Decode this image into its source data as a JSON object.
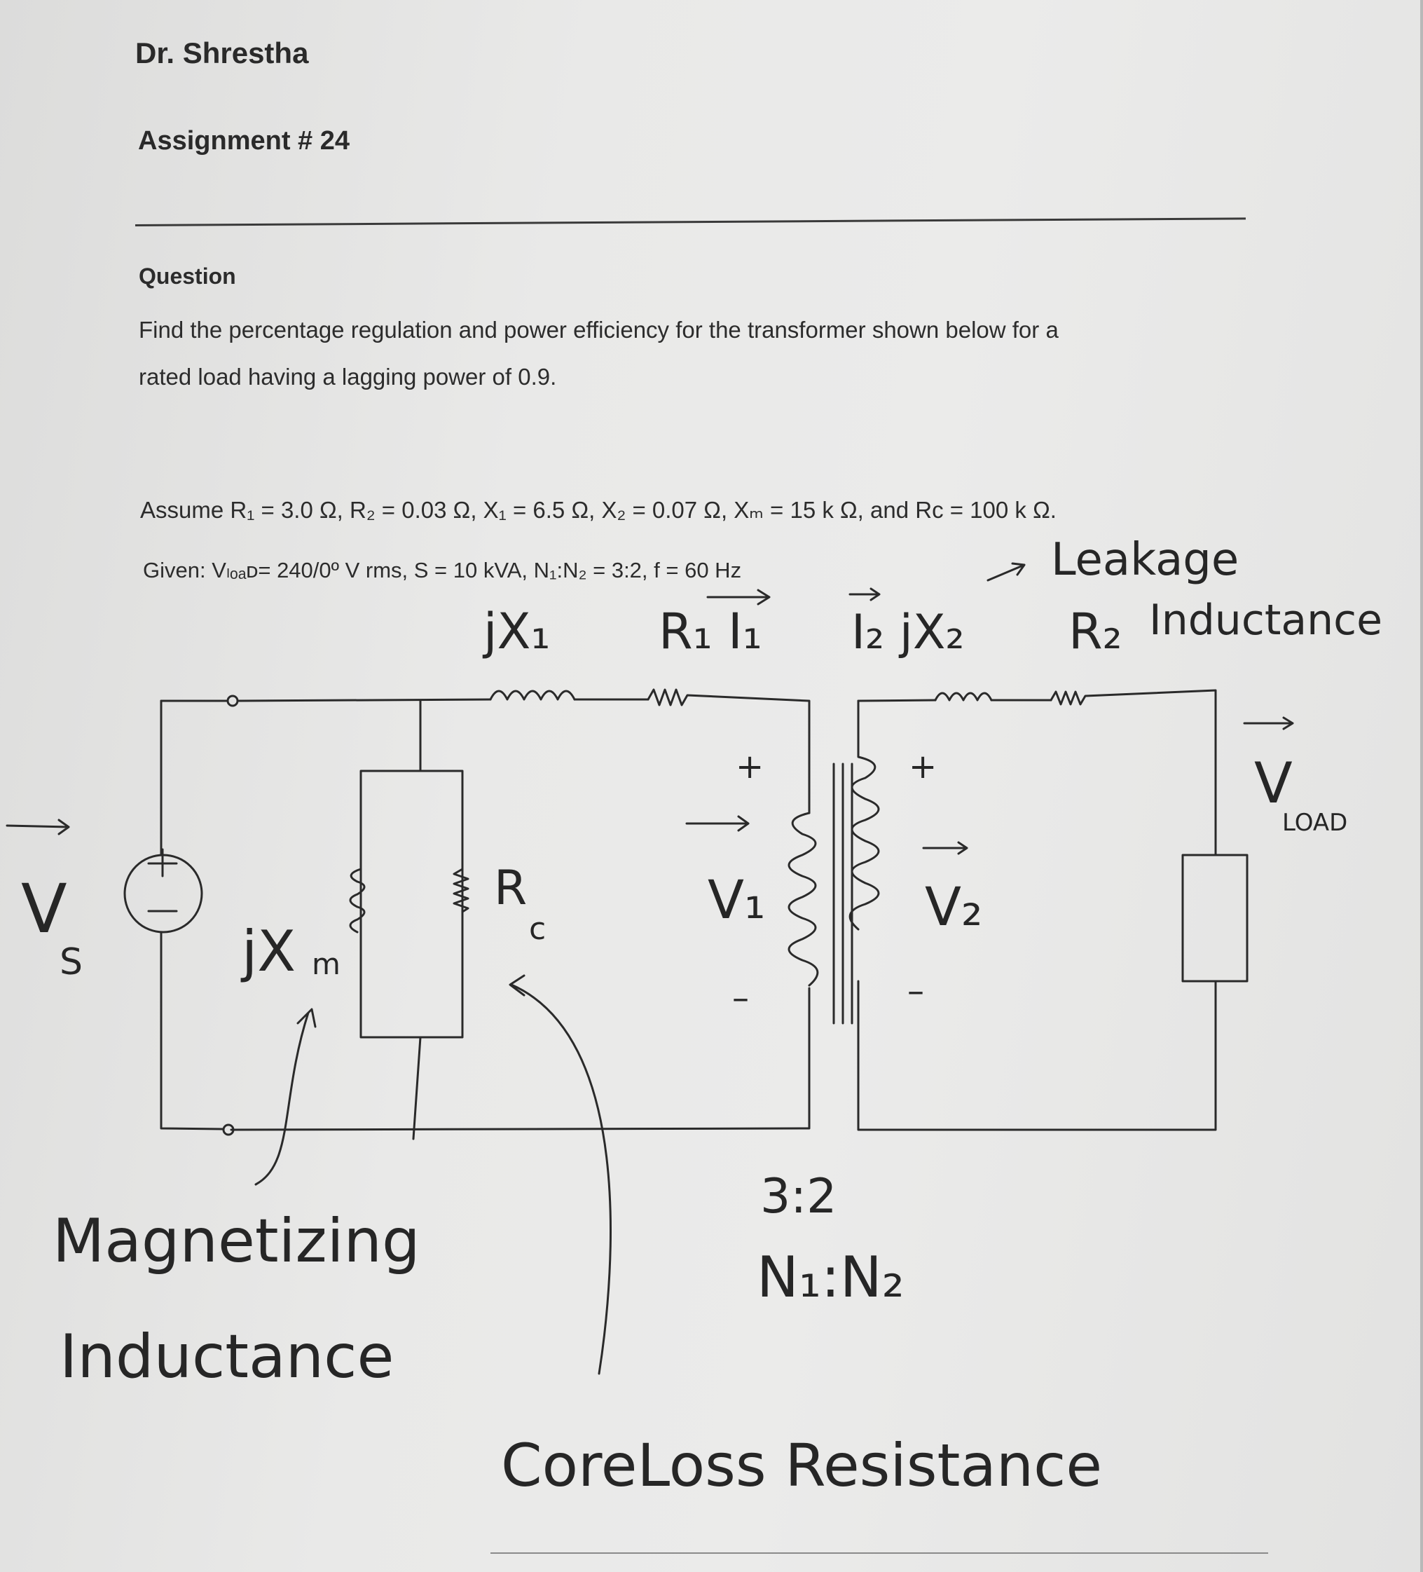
{
  "header": {
    "author": "Dr. Shrestha",
    "assignment": "Assignment # 24"
  },
  "question": {
    "heading": "Question",
    "line1": "Find the percentage regulation and power efficiency for the transformer shown below for a",
    "line2": "rated load having a lagging power of 0.9.",
    "assume": "Assume R₁ = 3.0 Ω, R₂ = 0.03 Ω, X₁ = 6.5 Ω, X₂ = 0.07 Ω, Xₘ = 15 k Ω, and Rᴄ = 100 k Ω.",
    "given": "Given: Vₗₒₐᴅ= 240/0º V rms, S = 10 kVA, N₁:N₂ = 3:2, f = 60 Hz"
  },
  "circuit_labels": {
    "jx1": "jX₁",
    "r1_i1": "R₁ I₁",
    "i2_jx2": "I₂ jX₂",
    "r2": "R₂",
    "leakage": "Leakage",
    "inductance_top": "Inductance",
    "vload": "V",
    "vload_sub": "LOAD",
    "vs": "V",
    "vs_sub": "S",
    "jxm": "jX",
    "jxm_sub": "m",
    "rc": "R",
    "rc_sub": "c",
    "v1": "V₁",
    "v2": "V₂",
    "plus": "+",
    "minus": "–",
    "ratio": "3:2",
    "turns": "N₁:N₂"
  },
  "annotations": {
    "magnetizing": "Magnetizing",
    "inductance": "Inductance",
    "coreloss": "CoreLoss Resistance"
  }
}
